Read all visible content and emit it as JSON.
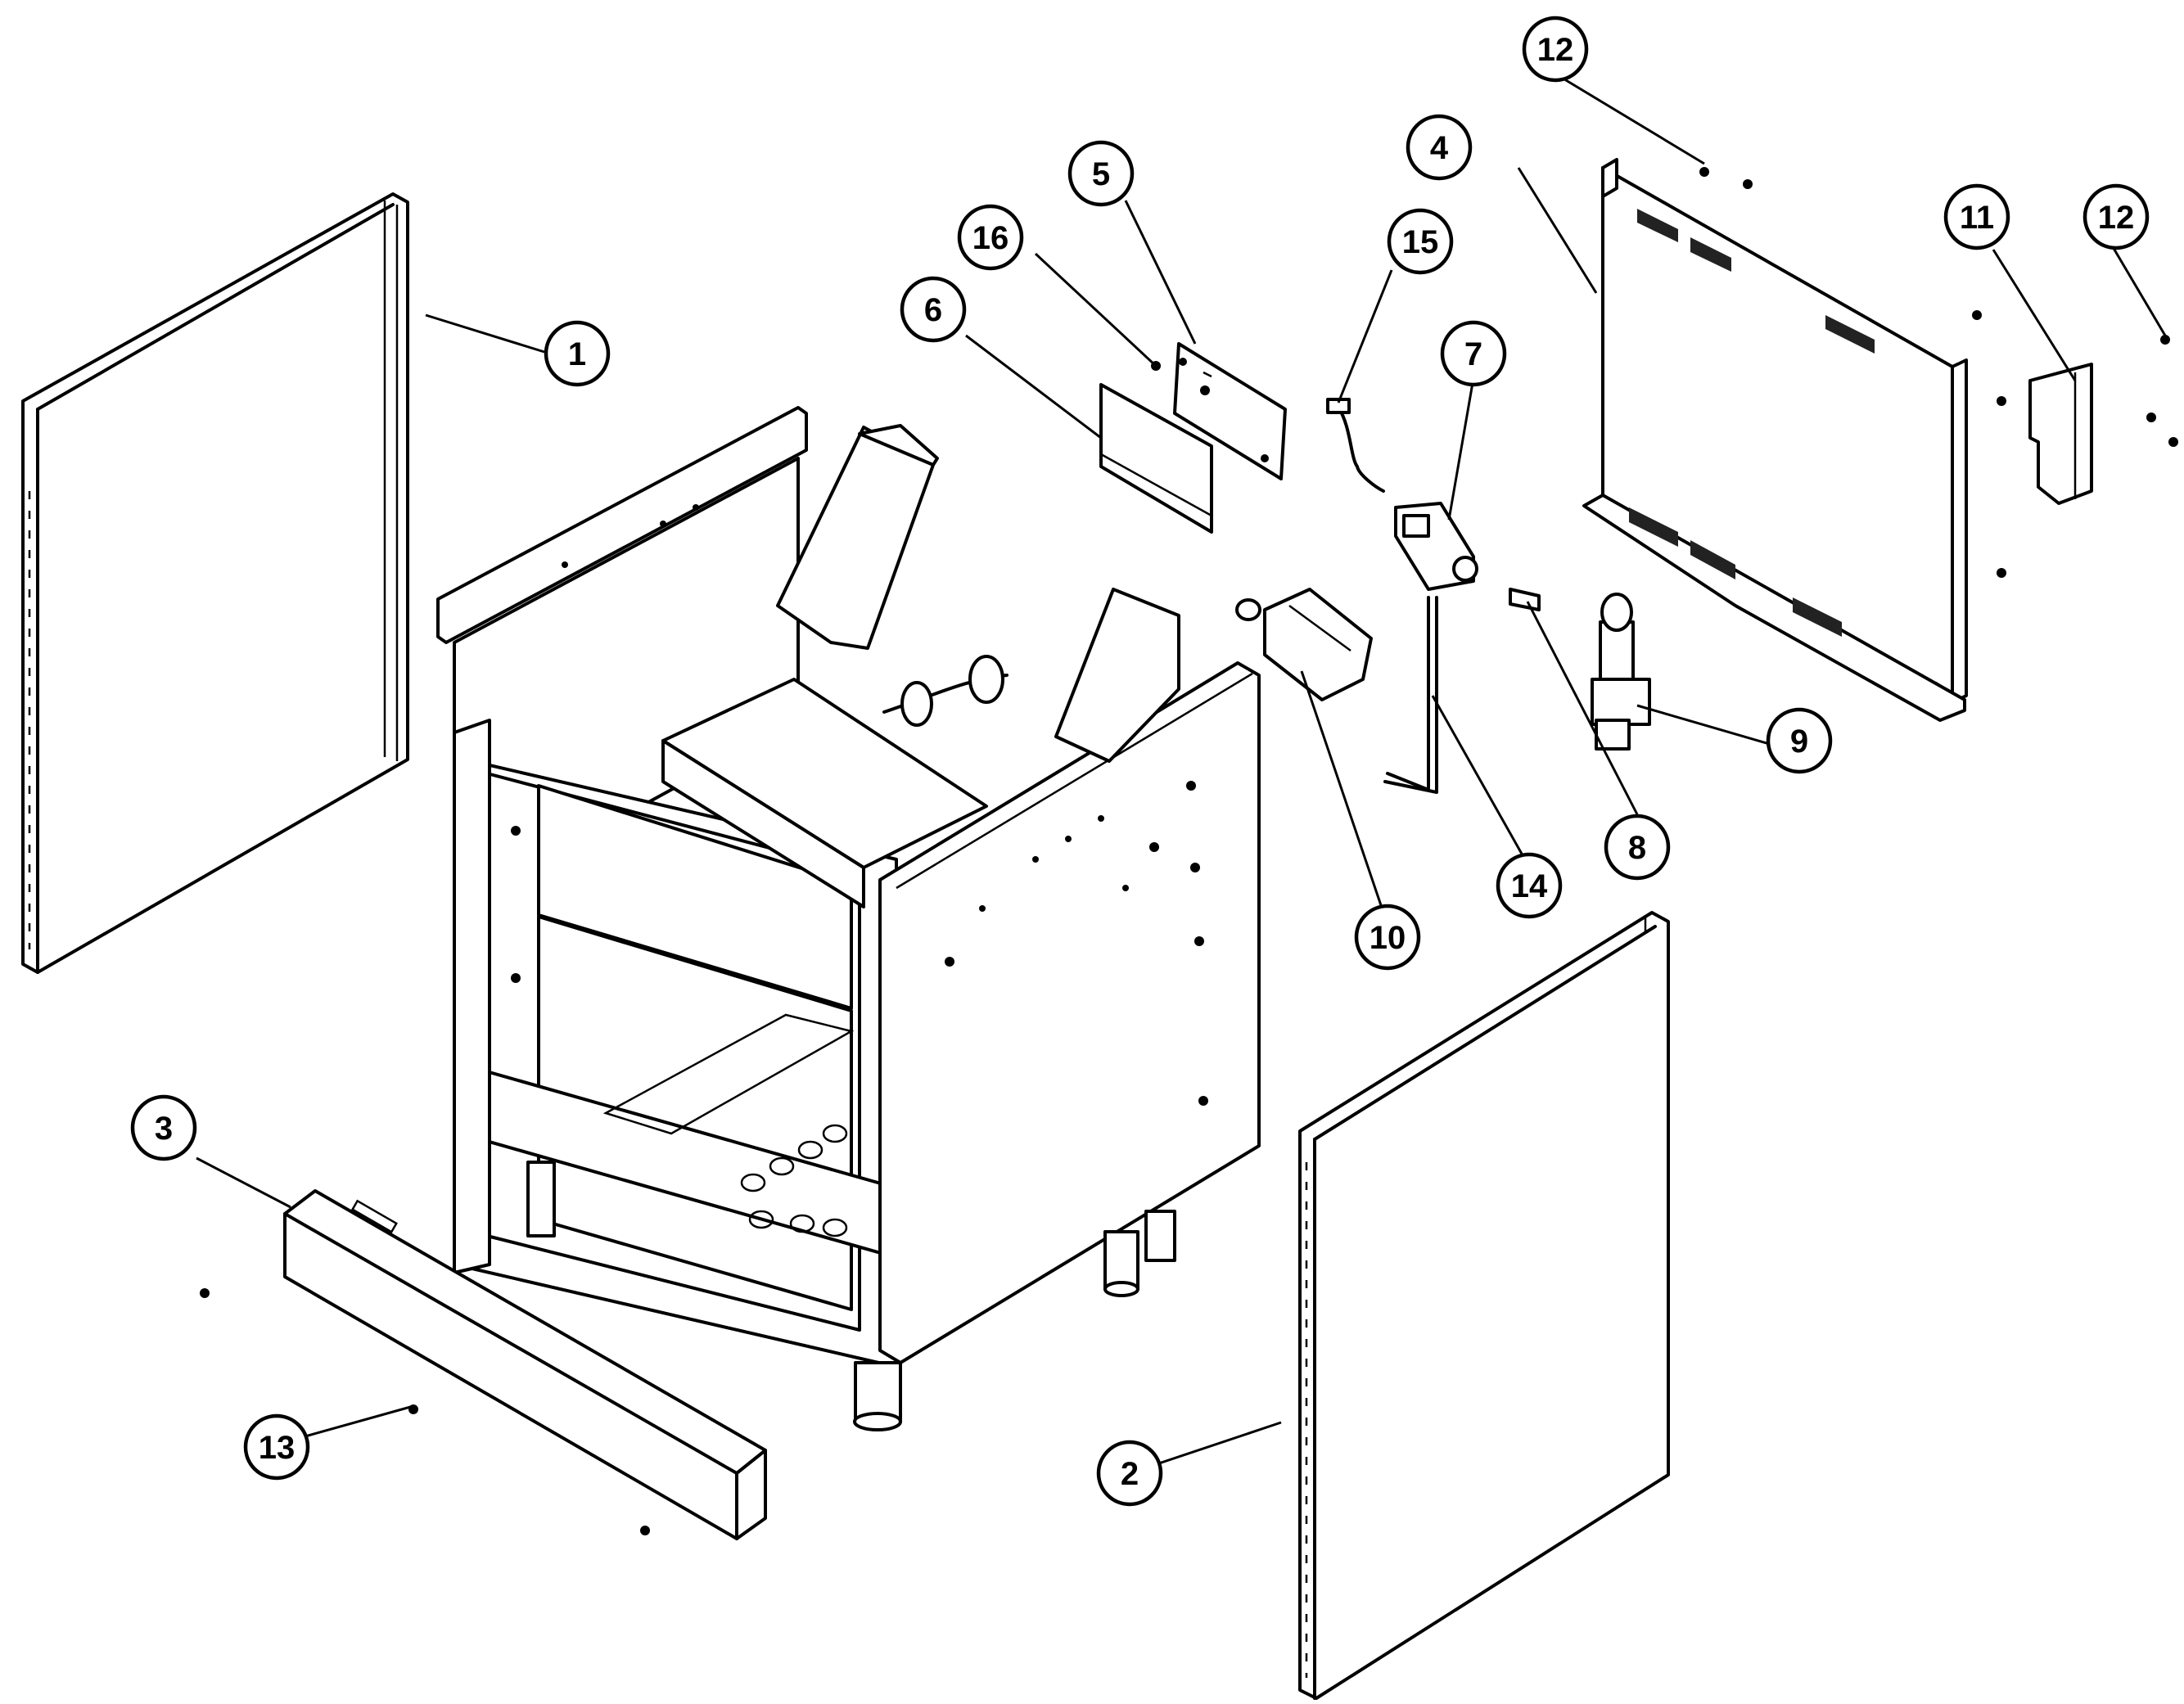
{
  "callouts": [
    {
      "label": "1"
    },
    {
      "label": "2"
    },
    {
      "label": "3"
    },
    {
      "label": "4"
    },
    {
      "label": "5"
    },
    {
      "label": "6"
    },
    {
      "label": "7"
    },
    {
      "label": "8"
    },
    {
      "label": "9"
    },
    {
      "label": "10"
    },
    {
      "label": "11"
    },
    {
      "label": "12"
    },
    {
      "label": "12"
    },
    {
      "label": "13"
    },
    {
      "label": "14"
    },
    {
      "label": "15"
    },
    {
      "label": "16"
    }
  ],
  "colors": {
    "line": "#000000",
    "background": "#ffffff"
  }
}
